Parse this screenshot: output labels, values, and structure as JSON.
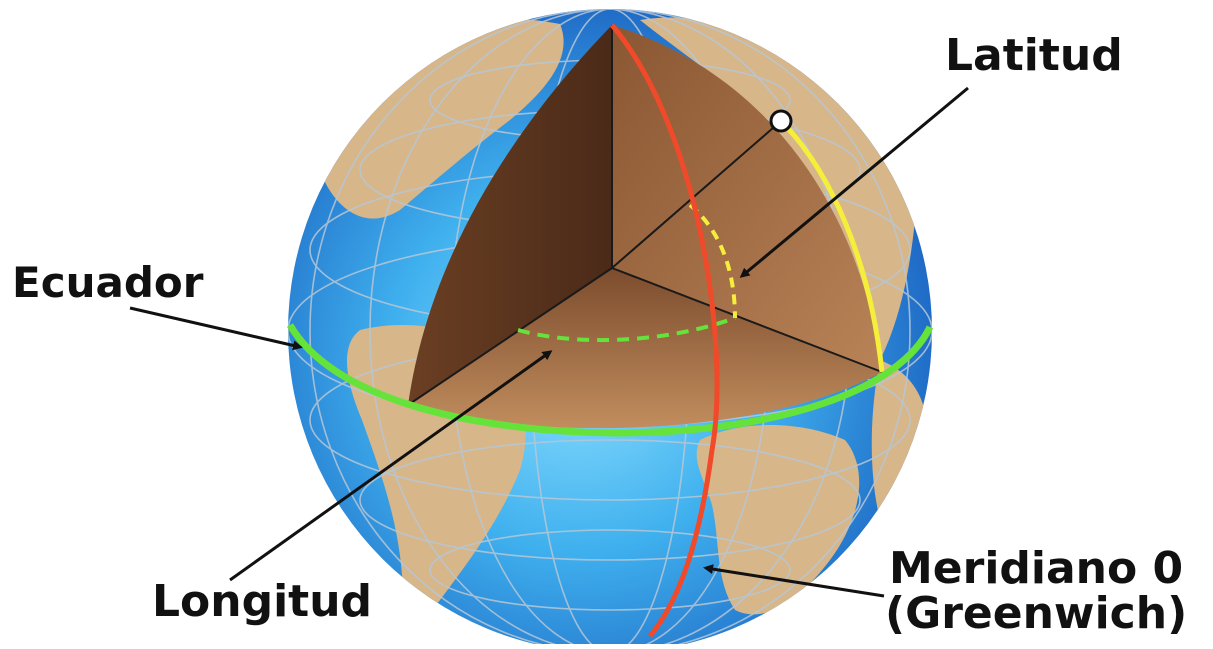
{
  "labels": {
    "latitude": "Latitud",
    "equator": "Ecuador",
    "longitude": "Longitud",
    "prime_meridian_line1": "Meridiano 0",
    "prime_meridian_line2": "(Greenwich)"
  },
  "colors": {
    "ocean_light": "#4fc3f7",
    "ocean_dark": "#1565c0",
    "land": "#d7b68a",
    "interior_light": "#a9724a",
    "interior_dark": "#5a3522",
    "equator_line": "#66e33a",
    "prime_meridian_line": "#f04a2a",
    "latitude_arc": "#f5ee3a",
    "grid": "#b7c7d6",
    "arrow": "#111111"
  }
}
